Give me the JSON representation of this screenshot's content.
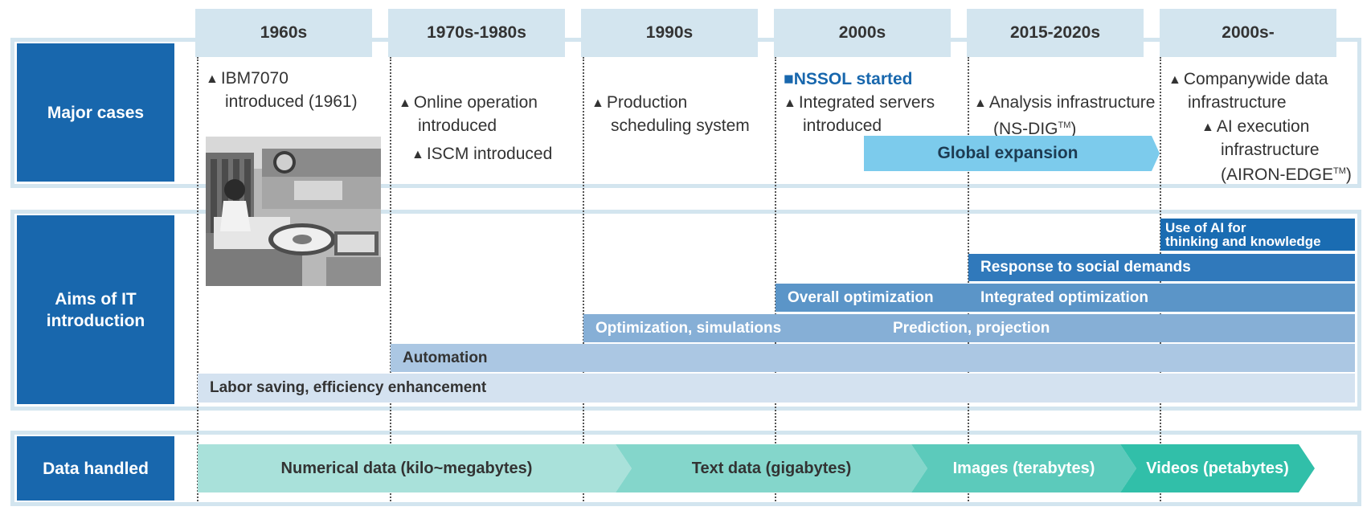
{
  "eras": [
    "1960s",
    "1970s-1980s",
    "1990s",
    "2000s",
    "2015-2020s",
    "2000s-"
  ],
  "rows": {
    "major_cases": "Major cases",
    "aims_line1": "Aims of IT",
    "aims_line2": "introduction",
    "data_handled": "Data handled"
  },
  "cases": {
    "ibm_line1": "IBM7070",
    "ibm_line2": "introduced (1961)",
    "online_line1": "Online operation",
    "online_line2": "introduced",
    "iscm": "ISCM introduced",
    "production_line1": "Production",
    "production_line2": "scheduling system",
    "nssol": "NSSOL started",
    "nssol_marker": "■",
    "integrated_line1": "Integrated servers",
    "integrated_line2": "introduced",
    "analysis_line1": "Analysis infrastructure",
    "analysis_line2": "(NS-DIG",
    "analysis_tm": "TM",
    "analysis_close": ")",
    "company_line1": "Companywide data",
    "company_line2": "infrastructure",
    "ai_line1": "AI execution",
    "ai_line2": "infrastructure",
    "ai_line3": "(AIRON-EDGE",
    "ai_tm": "TM",
    "ai_close": ")",
    "triangle": "▲"
  },
  "global_expansion": "Global expansion",
  "aims": {
    "ai_line1": "Use of AI for",
    "ai_line2": "thinking and knowledge",
    "social": "Response to social demands",
    "overall": "Overall optimization",
    "integrated": "Integrated optimization",
    "optimization": "Optimization, simulations",
    "prediction": "Prediction, projection",
    "automation": "Automation",
    "labor": "Labor saving, efficiency enhancement"
  },
  "data": {
    "numerical": "Numerical data (kilo~megabytes)",
    "text": "Text data (gigabytes)",
    "images": "Images (terabytes)",
    "videos": "Videos (petabytes)"
  },
  "colors": {
    "label_blue": "#1867ad",
    "header_bg": "#d3e5ef",
    "global_expansion": "#7ccbec",
    "aim_ai": "#1a6cb2",
    "aim_social": "#3079bb",
    "aim_overall": "#5b95c8",
    "aim_optimization": "#86afd6",
    "aim_automation": "#abc7e3",
    "aim_labor": "#d4e2f0",
    "data_numerical": "#a9e1da",
    "data_text": "#84d6cb",
    "data_images": "#5ccabb",
    "data_videos": "#31bfa9"
  }
}
